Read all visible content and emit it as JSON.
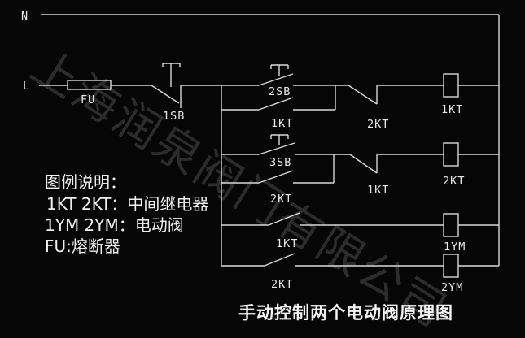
{
  "schematic": {
    "caption": "手动控制两个电动阀原理图",
    "watermark": "上海润泉阀门有限公司",
    "colors": {
      "background": "#060606",
      "line": "#d8d8d8",
      "text": "#e8e8e8",
      "watermark": "#333333"
    },
    "rails": {
      "neutral": "N",
      "live": "L"
    },
    "labels": {
      "fuse": "FU",
      "stop_button": "1SB",
      "start_button_a": "2SB",
      "seal_contact_a": "1KT",
      "interlock_contact_a": "2KT",
      "coil_a": "1KT",
      "start_button_b": "3SB",
      "seal_contact_b": "2KT",
      "interlock_contact_b": "1KT",
      "coil_b": "2KT",
      "valve_contact_a": "1KT",
      "valve_coil_a": "1YM",
      "valve_contact_b": "2KT",
      "valve_coil_b": "2YM"
    },
    "legend": {
      "title": "图例说明：",
      "entries": [
        "1KT 2KT：中间继电器",
        "1YM 2YM：电动阀",
        "FU:熔断器"
      ]
    }
  }
}
